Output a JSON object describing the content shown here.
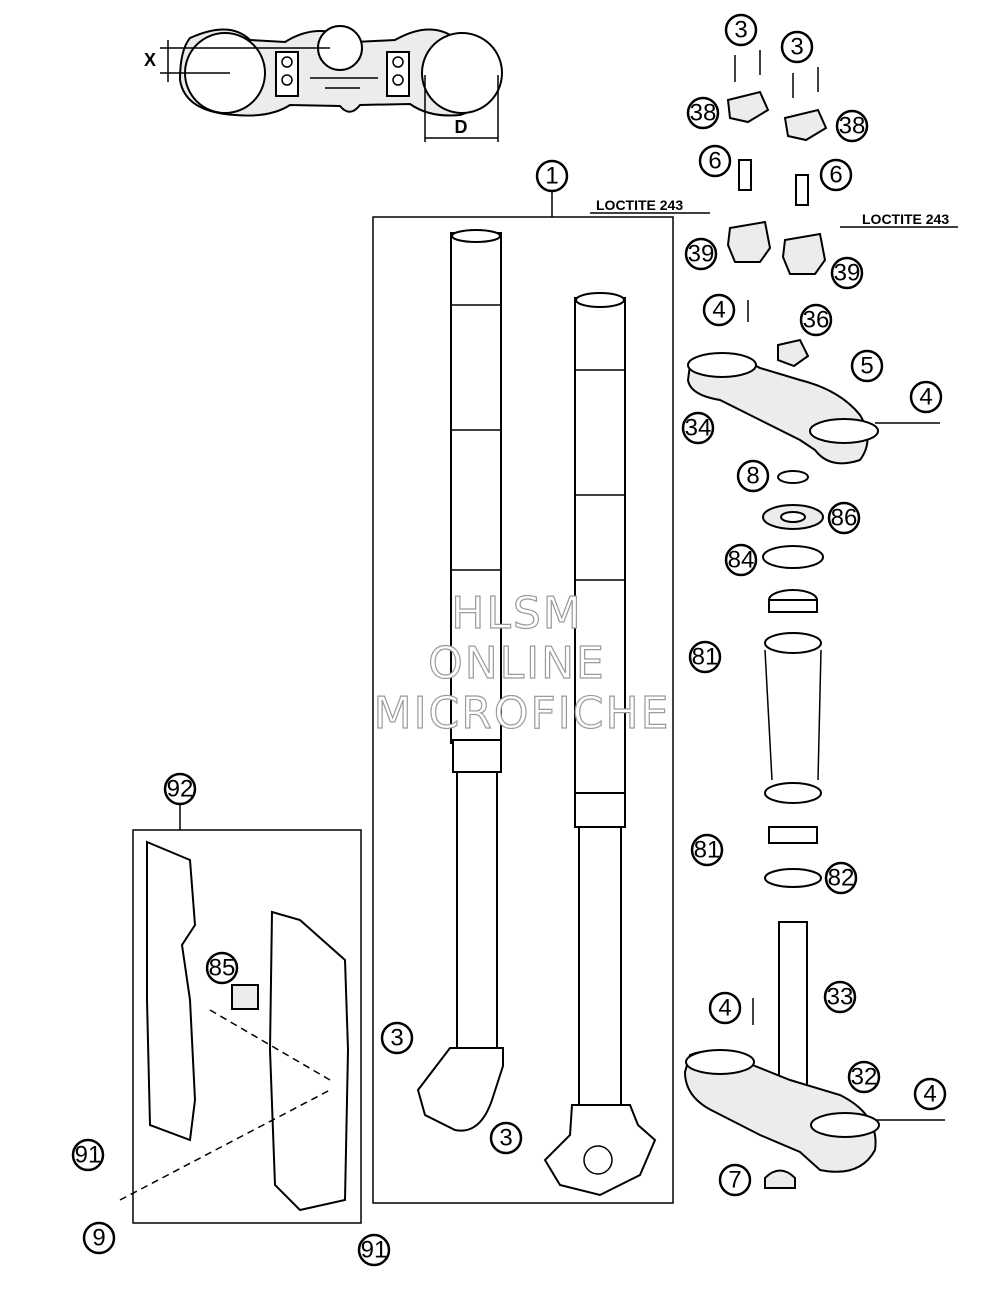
{
  "watermark": [
    "HLSM",
    "ONLINE",
    "MICROFICHE"
  ],
  "dimensions": {
    "x": "X",
    "d": "D"
  },
  "notes": {
    "loctite_left": "LOCTITE 243",
    "loctite_right": "LOCTITE 243"
  },
  "callouts": [
    {
      "id": "c1",
      "label": "1"
    },
    {
      "id": "c3a",
      "label": "3"
    },
    {
      "id": "c3b",
      "label": "3"
    },
    {
      "id": "c3c",
      "label": "3"
    },
    {
      "id": "c3d",
      "label": "3"
    },
    {
      "id": "c38a",
      "label": "38"
    },
    {
      "id": "c38b",
      "label": "38"
    },
    {
      "id": "c6a",
      "label": "6"
    },
    {
      "id": "c6b",
      "label": "6"
    },
    {
      "id": "c39a",
      "label": "39"
    },
    {
      "id": "c39b",
      "label": "39"
    },
    {
      "id": "c4a",
      "label": "4"
    },
    {
      "id": "c4b",
      "label": "4"
    },
    {
      "id": "c4c",
      "label": "4"
    },
    {
      "id": "c4d",
      "label": "4"
    },
    {
      "id": "c36",
      "label": "36"
    },
    {
      "id": "c5",
      "label": "5"
    },
    {
      "id": "c34",
      "label": "34"
    },
    {
      "id": "c8",
      "label": "8"
    },
    {
      "id": "c86",
      "label": "86"
    },
    {
      "id": "c84",
      "label": "84"
    },
    {
      "id": "c81a",
      "label": "81"
    },
    {
      "id": "c81b",
      "label": "81"
    },
    {
      "id": "c82",
      "label": "82"
    },
    {
      "id": "c33",
      "label": "33"
    },
    {
      "id": "c32",
      "label": "32"
    },
    {
      "id": "c7",
      "label": "7"
    },
    {
      "id": "c92",
      "label": "92"
    },
    {
      "id": "c85",
      "label": "85"
    },
    {
      "id": "c91a",
      "label": "91"
    },
    {
      "id": "c91b",
      "label": "91"
    },
    {
      "id": "c9",
      "label": "9"
    }
  ]
}
